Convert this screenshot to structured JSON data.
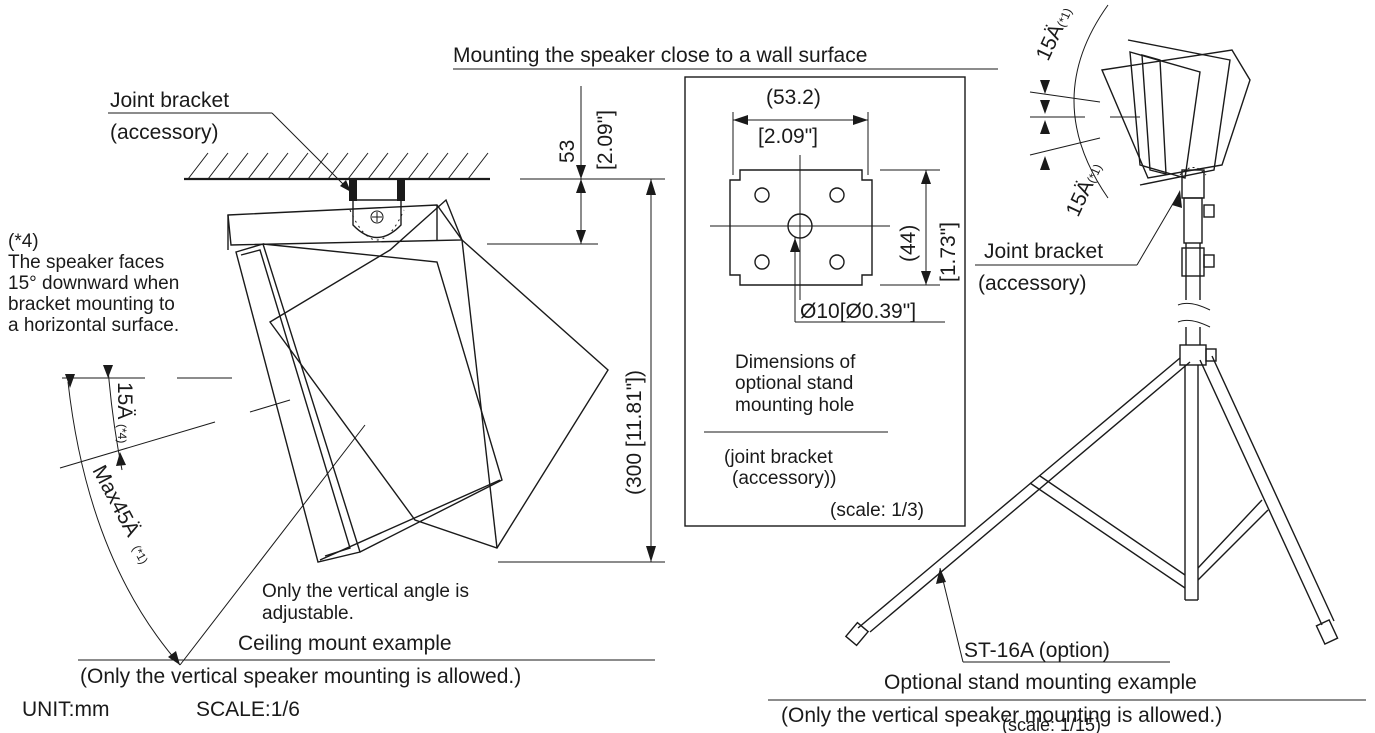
{
  "wall_section": {
    "title": "Mounting the speaker close to a wall surface"
  },
  "ceiling": {
    "joint_bracket_label_1": "Joint bracket",
    "joint_bracket_label_2": "(accessory)",
    "dim_53": "53",
    "dim_53_in": "[2.09\"]",
    "dim_300": "(300 [11.81\"])",
    "note_ref": "(*4)",
    "note_line1": "The speaker faces",
    "note_line2": "15° downward when",
    "note_line3": "bracket mounting to",
    "note_line4": "a horizontal surface.",
    "angle_15": "15Ä",
    "angle_15_sup": "(*4)",
    "angle_max45": "Max45Ä",
    "angle_max45_sup": "(*1)",
    "vertical_note_1": "Only the vertical angle is",
    "vertical_note_2": "adjustable.",
    "caption": "Ceiling mount example",
    "caption_note": "(Only the vertical speaker mounting is allowed.)",
    "unit": "UNIT:mm",
    "scale": "SCALE:1/6"
  },
  "hole_detail": {
    "dim_w": "(53.2)",
    "dim_w_in": "[2.09\"]",
    "dim_h": "(44)",
    "dim_h_in": "[1.73\"]",
    "dia": "Ø10[Ø0.39\"]",
    "title_1": "Dimensions of",
    "title_2": "optional stand",
    "title_3": "mounting hole",
    "sub_1": "(joint bracket",
    "sub_2": "(accessory))",
    "scale": "(scale: 1/3)"
  },
  "stand": {
    "angle_top": "15Ä",
    "angle_top_sup": "(*1)",
    "angle_bottom": "15Ä",
    "angle_bottom_sup": "(*1)",
    "joint_bracket_label_1": "Joint bracket",
    "joint_bracket_label_2": "(accessory)",
    "stand_label": "ST-16A (option)",
    "caption": "Optional stand mounting example",
    "caption_note": "(Only the vertical speaker mounting is allowed.)",
    "scale": "(scale: 1/15)"
  }
}
